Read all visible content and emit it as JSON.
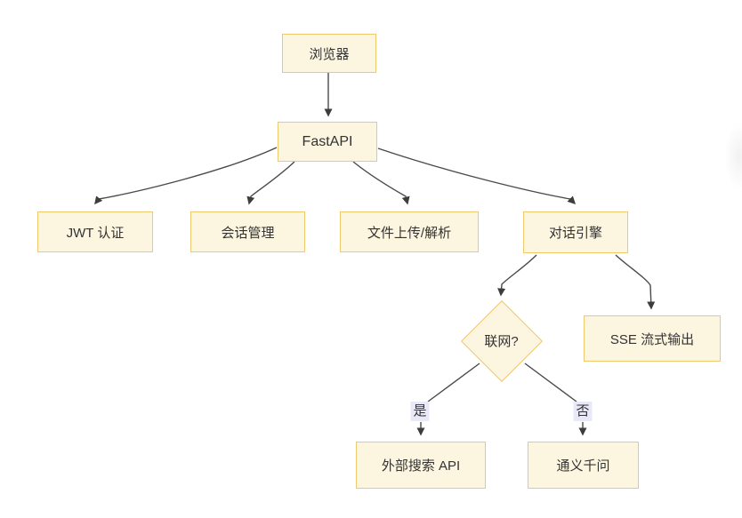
{
  "diagram": {
    "type": "flowchart",
    "colors": {
      "background": "#ffffff",
      "node_fill": "#fcf5e0",
      "node_border": "#f0c86e",
      "edge_line": "#4a4a4a",
      "text": "#333333",
      "edge_label_bg": "#e8e8f8"
    },
    "nodes": {
      "browser": {
        "label": "浏览器",
        "shape": "rect"
      },
      "fastapi": {
        "label": "FastAPI",
        "shape": "rect"
      },
      "jwt": {
        "label": "JWT 认证",
        "shape": "rect"
      },
      "session": {
        "label": "会话管理",
        "shape": "rect"
      },
      "file_upload": {
        "label": "文件上传/解析",
        "shape": "rect"
      },
      "chat_engine": {
        "label": "对话引擎",
        "shape": "rect"
      },
      "online_decision": {
        "label": "联网?",
        "shape": "diamond"
      },
      "sse_output": {
        "label": "SSE 流式输出",
        "shape": "rect"
      },
      "external_search": {
        "label": "外部搜索 API",
        "shape": "rect"
      },
      "qwen": {
        "label": "通义千问",
        "shape": "rect"
      }
    },
    "edge_labels": {
      "yes": "是",
      "no": "否"
    },
    "edges": [
      {
        "from": "browser",
        "to": "fastapi"
      },
      {
        "from": "fastapi",
        "to": "jwt"
      },
      {
        "from": "fastapi",
        "to": "session"
      },
      {
        "from": "fastapi",
        "to": "file_upload"
      },
      {
        "from": "fastapi",
        "to": "chat_engine"
      },
      {
        "from": "chat_engine",
        "to": "online_decision"
      },
      {
        "from": "chat_engine",
        "to": "sse_output"
      },
      {
        "from": "online_decision",
        "to": "external_search",
        "label": "是"
      },
      {
        "from": "online_decision",
        "to": "qwen",
        "label": "否"
      }
    ]
  }
}
